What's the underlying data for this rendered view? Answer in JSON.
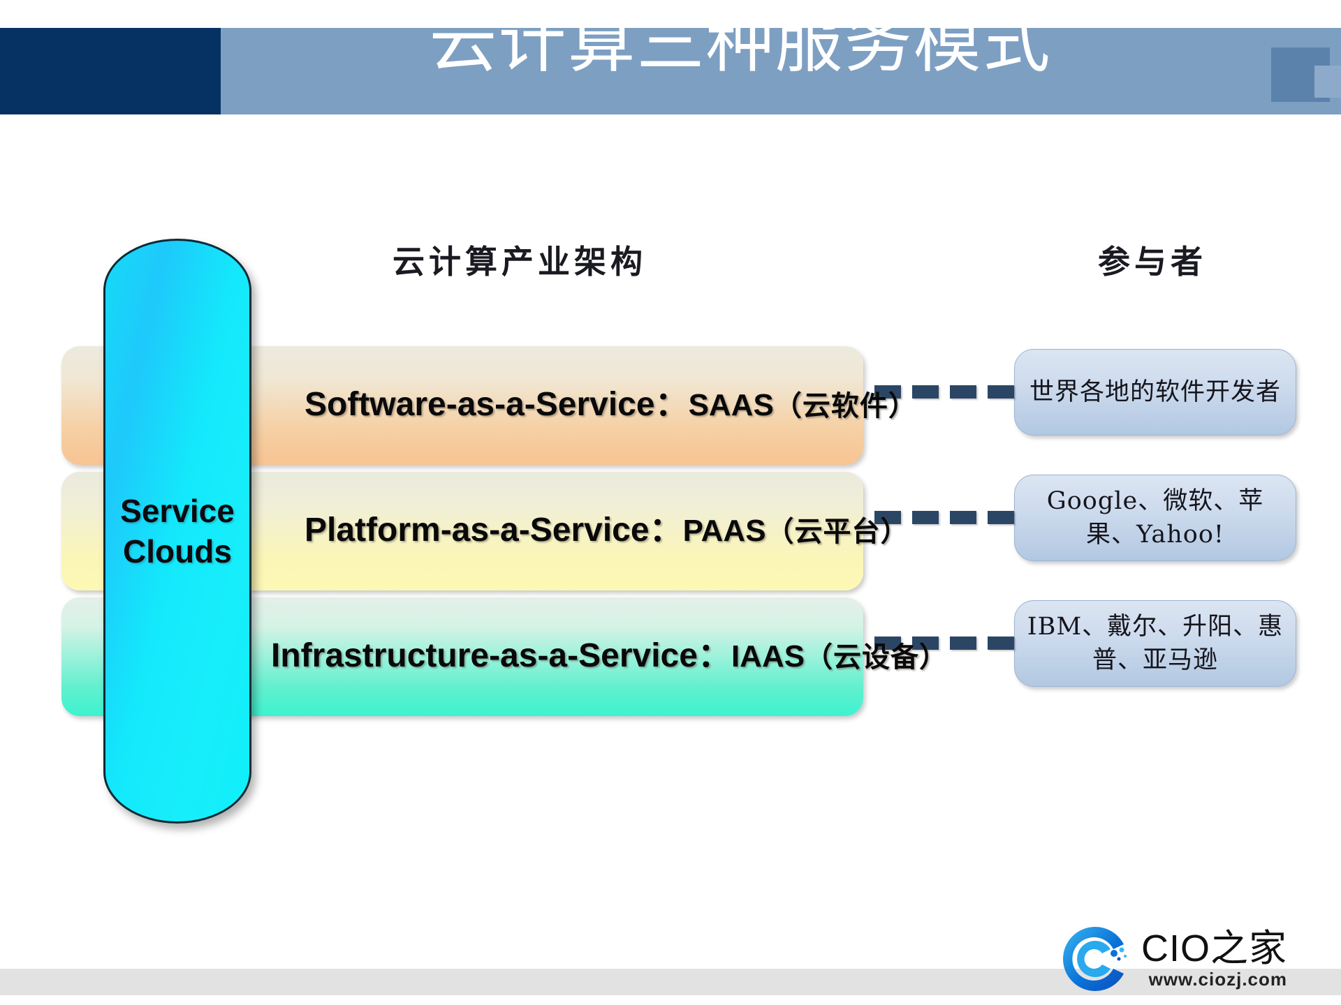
{
  "slide": {
    "title": "云计算三种服务模式",
    "header_navy_color": "#063163",
    "header_band_color": "#7d9fc2"
  },
  "columns": {
    "architecture_heading": "云计算产业架构",
    "participants_heading": "参与者"
  },
  "cloud": {
    "label_line1": "Service",
    "label_line2": "Clouds",
    "color": "#13e9fb"
  },
  "layers": [
    {
      "name": "saas",
      "english": "Software-as-a-Service",
      "separator": "：",
      "abbr": "SAAS",
      "chinese": "（云软件）",
      "accent_color": "#f8c493",
      "participants": "世界各地的软件开发者"
    },
    {
      "name": "paas",
      "english": "Platform-as-a-Service",
      "separator": "：",
      "abbr": "PAAS",
      "chinese": "（云平台）",
      "accent_color": "#fdf8b4",
      "participants": "Google、微软、苹果、Yahoo!"
    },
    {
      "name": "iaas",
      "english": "Infrastructure-as-a-Service",
      "separator": "：",
      "abbr": "IAAS",
      "chinese": "（云设备）",
      "accent_color": "#3df3cf",
      "participants": "IBM、戴尔、升阳、惠普、亚马逊"
    }
  ],
  "connector": {
    "color": "#2b4665",
    "style": "dashed"
  },
  "logo": {
    "title": "CIO之家",
    "url": "www.ciozj.com",
    "mark_color": "#0a6fd8"
  }
}
